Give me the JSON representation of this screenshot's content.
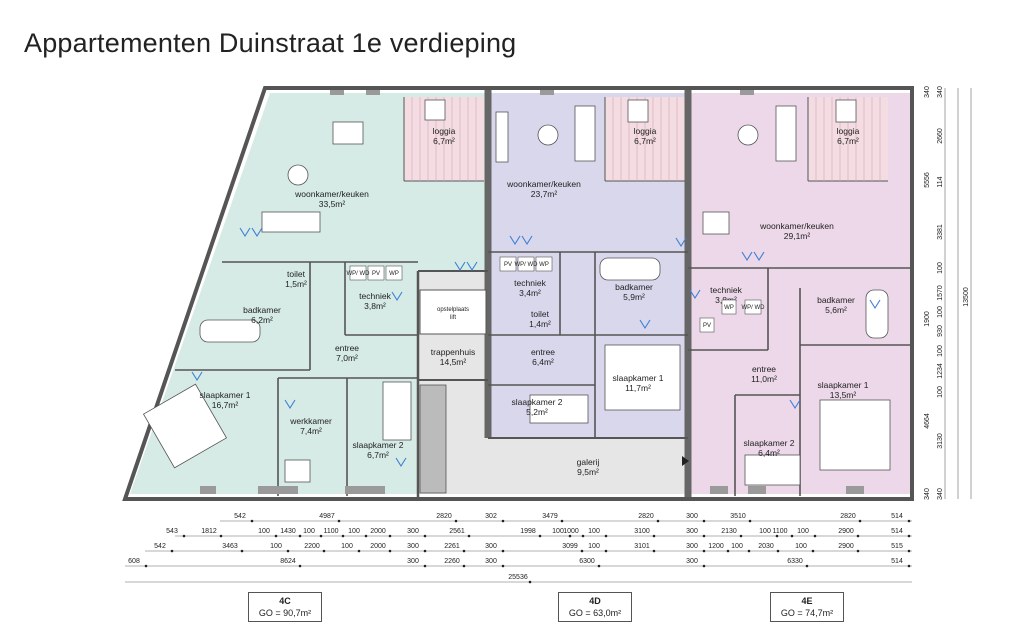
{
  "title": "Appartementen Duinstraat 1e verdieping",
  "units": [
    {
      "code": "4C",
      "area": "GO = 90,7m²"
    },
    {
      "code": "4D",
      "area": "GO = 63,0m²"
    },
    {
      "code": "4E",
      "area": "GO = 74,7m²"
    }
  ],
  "rooms": [
    {
      "name": "loggia",
      "area": "6,7m²"
    },
    {
      "name": "woonkamer/keuken",
      "area": "33,5m²"
    },
    {
      "name": "toilet",
      "area": "1,5m²"
    },
    {
      "name": "badkamer",
      "area": "6,2m²"
    },
    {
      "name": "techniek",
      "area": "3,8m²"
    },
    {
      "name": "entree",
      "area": "7,0m²"
    },
    {
      "name": "slaapkamer 1",
      "area": "16,7m²"
    },
    {
      "name": "werkkamer",
      "area": "7,4m²"
    },
    {
      "name": "slaapkamer 2",
      "area": "6,7m²"
    },
    {
      "name": "trappenhuis",
      "area": "14,5m²"
    },
    {
      "name": "opstelplaats",
      "area": "lift"
    },
    {
      "name": "loggia",
      "area": "6,7m²"
    },
    {
      "name": "woonkamer/keuken",
      "area": "23,7m²"
    },
    {
      "name": "techniek",
      "area": "3,4m²"
    },
    {
      "name": "toilet",
      "area": "1,4m²"
    },
    {
      "name": "badkamer",
      "area": "5,9m²"
    },
    {
      "name": "entree",
      "area": "6,4m²"
    },
    {
      "name": "slaapkamer 2",
      "area": "5,2m²"
    },
    {
      "name": "slaapkamer 1",
      "area": "11,7m²"
    },
    {
      "name": "galerij",
      "area": "9,5m²"
    },
    {
      "name": "loggia",
      "area": "6,7m²"
    },
    {
      "name": "woonkamer/keuken",
      "area": "29,1m²"
    },
    {
      "name": "techniek",
      "area": "3,8m²"
    },
    {
      "name": "badkamer",
      "area": "5,6m²"
    },
    {
      "name": "entree",
      "area": "11,0m²"
    },
    {
      "name": "slaapkamer 1",
      "area": "13,5m²"
    },
    {
      "name": "slaapkamer 2",
      "area": "6,4m²"
    }
  ],
  "appliance_labels": [
    "WP/\nWD",
    "WP/\nWD",
    "WP/\nWD",
    "PV",
    "PV",
    "PV",
    "WP",
    "WP",
    "WP"
  ],
  "dimension_rows": [
    [
      "542",
      "4987",
      "2820",
      "302",
      "3479",
      "2820",
      "300",
      "3510",
      "2820",
      "514"
    ],
    [
      "543",
      "1812",
      "100",
      "1430",
      "100",
      "1100",
      "100",
      "2000",
      "300",
      "2561",
      "1998",
      "100",
      "1000",
      "100",
      "3100",
      "300",
      "2130",
      "100",
      "1100",
      "100",
      "2900",
      "514"
    ],
    [
      "542",
      "3463",
      "100",
      "2200",
      "100",
      "2000",
      "300",
      "2261",
      "300",
      "3099",
      "100",
      "3101",
      "300",
      "1200",
      "100",
      "2030",
      "100",
      "2900",
      "515"
    ],
    [
      "608",
      "8624",
      "300",
      "2260",
      "300",
      "6300",
      "300",
      "6330",
      "514"
    ],
    [
      "25536"
    ]
  ],
  "right_dims_inner": [
    "340",
    "2660",
    "114",
    "3381",
    "100",
    "1570",
    "100",
    "930",
    "100",
    "1234",
    "100",
    "3130",
    "340"
  ],
  "right_dims_outer": [
    "340",
    "5556",
    "1900",
    "4664",
    "340"
  ],
  "right_dims_total": [
    "13500"
  ],
  "colors": {
    "unit_4c": "#d6ebe6",
    "unit_4d": "#d9d7ec",
    "unit_4e": "#ecd8e9",
    "loggia": "#f3dde3",
    "core": "#e6e6e6",
    "wall": "#555555",
    "fixture": "#3b7fd4"
  }
}
